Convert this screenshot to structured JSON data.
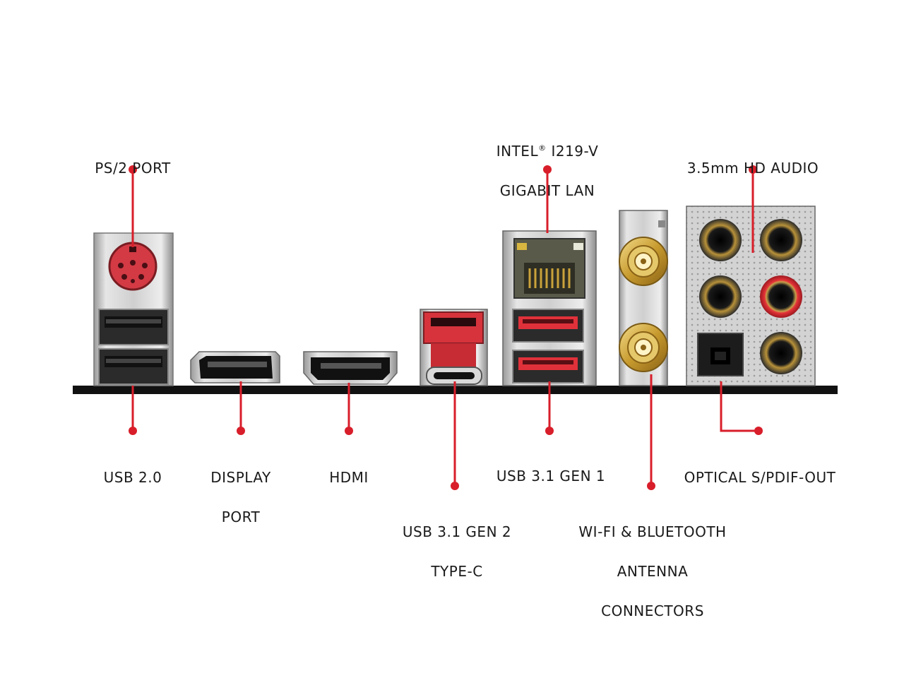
{
  "labels": {
    "ps2": "PS/2 PORT",
    "lan_line1_brand": "INTEL",
    "lan_line1_reg": "®",
    "lan_line1_model": " I219-V",
    "lan_line2": "GIGABIT LAN",
    "audio": "3.5mm HD AUDIO",
    "usb20": "USB 2.0",
    "displayport_line1": "DISPLAY",
    "displayport_line2": "PORT",
    "hdmi": "HDMI",
    "usb31gen1": "USB 3.1 GEN 1",
    "optical": "OPTICAL S/PDIF-OUT",
    "usb31gen2_line1": "USB 3.1 GEN 2",
    "usb31gen2_line2": "TYPE-C",
    "wifi_line1": "WI-FI & BLUETOOTH",
    "wifi_line2": "ANTENNA",
    "wifi_line3": "CONNECTORS"
  },
  "colors": {
    "callout_red": "#d81e2a",
    "baseline": "#111111",
    "metal": "#c9c9c9",
    "port_red": "#e0313a",
    "gold": "#c9a23a"
  }
}
